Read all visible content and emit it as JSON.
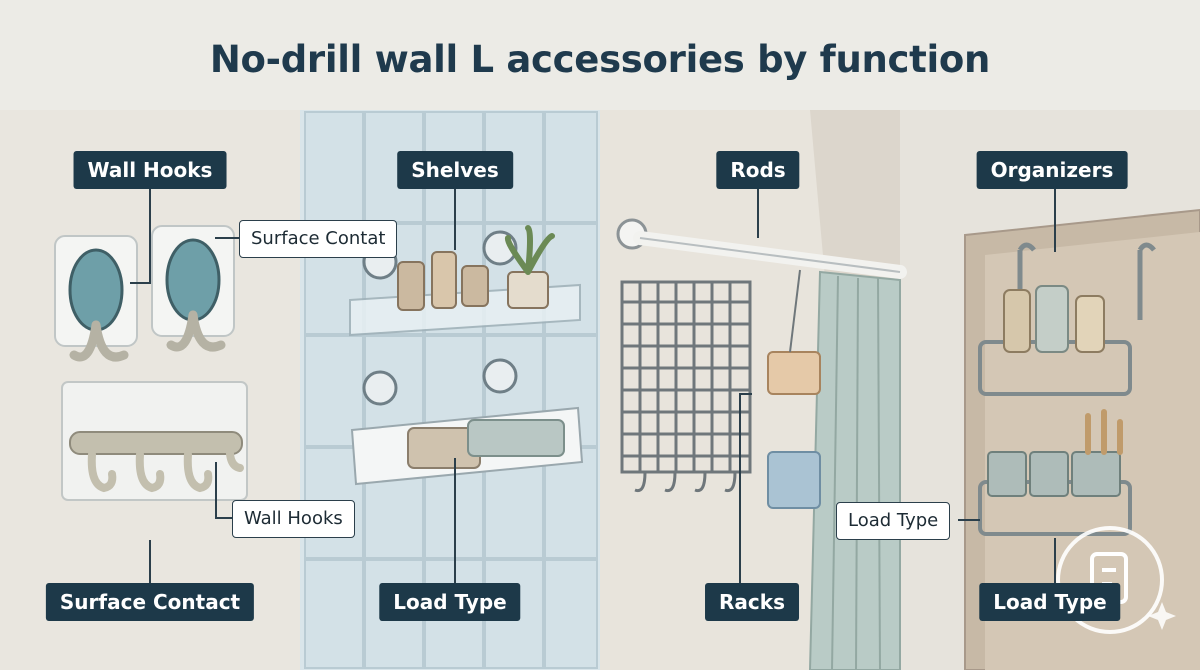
{
  "title": "No-drill wall L accessories by function",
  "colors": {
    "pill_bg": "#1d3949",
    "title": "#1f3a4d",
    "tile": "#cfdde3",
    "wall": "#ecebe6"
  },
  "panels": [
    {
      "top_label": "Wall Hooks",
      "bottom_label": "Surface Contact",
      "callouts": [
        "Surface Contat",
        "Wall Hooks"
      ]
    },
    {
      "top_label": "Shelves",
      "bottom_label": "Load Type",
      "callouts": []
    },
    {
      "top_label": "Rods",
      "bottom_label": "Racks",
      "callouts": []
    },
    {
      "top_label": "Organizers",
      "bottom_label": "Load Type",
      "callouts": [
        "Load Type"
      ]
    }
  ]
}
